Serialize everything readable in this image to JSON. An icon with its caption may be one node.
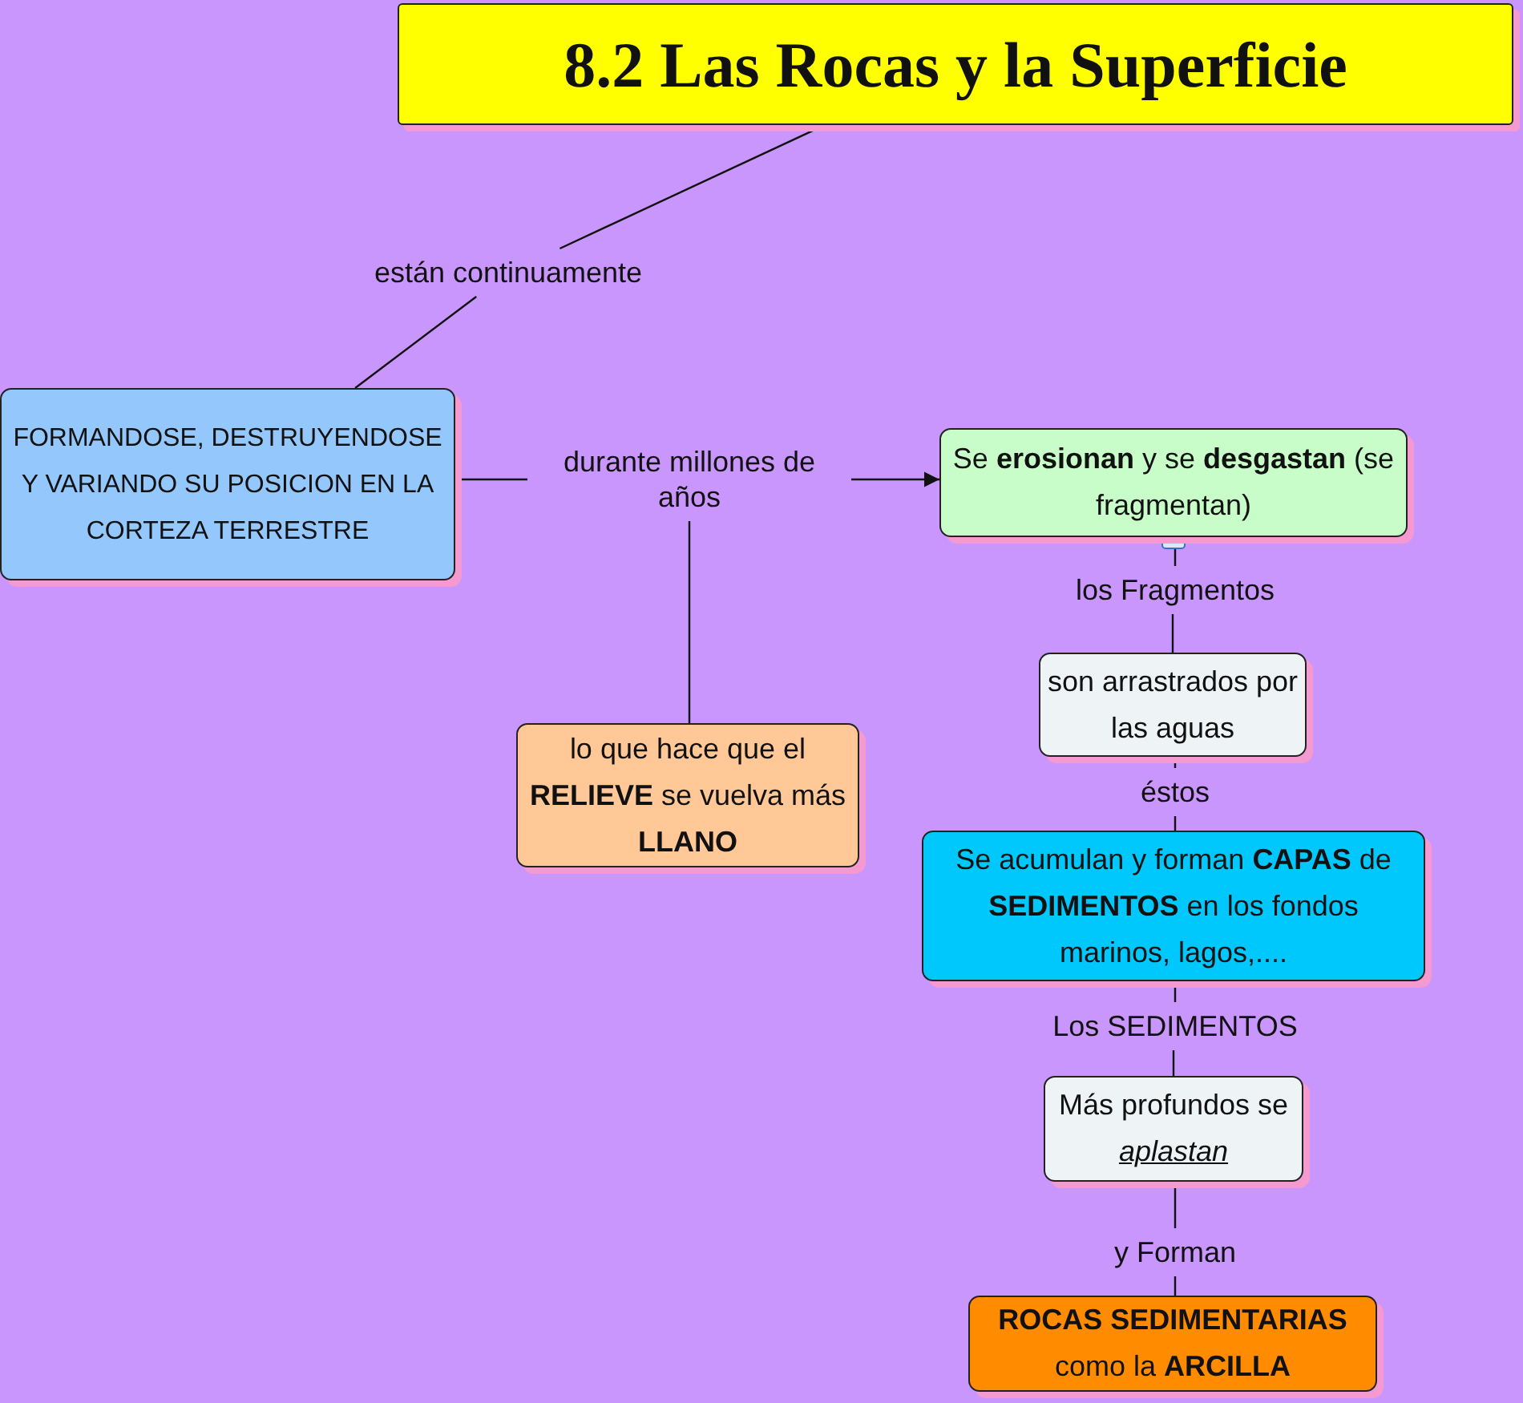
{
  "diagram": {
    "nodes": [
      {
        "text": [
          "8.2 Las Rocas y la Superficie"
        ]
      },
      {
        "text": [
          "están continuamente"
        ]
      },
      {
        "text": [
          "FORMANDOSE, DESTRUYENDOSE Y VARIANDO SU POSICION EN LA CORTEZA TERRESTRE"
        ]
      },
      {
        "text": [
          "durante millones de años"
        ]
      },
      {
        "text": [
          "Se **erosionan** y se **desgastan** (se fragmentan)"
        ]
      },
      {
        "text": [
          "los Fragmentos"
        ]
      },
      {
        "text": [
          "son arrastrados por las aguas"
        ]
      },
      {
        "text": [
          "éstos"
        ]
      },
      {
        "text": [
          "Se acumulan y forman **CAPAS** de **SEDIMENTOS** en los fondos marinos, lagos,...."
        ]
      },
      {
        "text": [
          "Los SEDIMENTOS"
        ]
      },
      {
        "text": [
          "Más profundos se *aplastan*"
        ]
      },
      {
        "text": [
          "y Forman"
        ]
      },
      {
        "text": [
          "**ROCAS SEDIMENTARIAS** como la **ARCILLA**"
        ]
      },
      {
        "text": [
          "lo que hace que el **RELIEVE** se vuelva más **LLANO**"
        ]
      }
    ],
    "edges": [
      {
        "from": 0,
        "to": 1,
        "arrow": "none"
      },
      {
        "from": 1,
        "to": 2,
        "arrow": "none"
      },
      {
        "from": 2,
        "to": 3,
        "arrow": "none"
      },
      {
        "from": 3,
        "to": 4,
        "arrow": "to"
      },
      {
        "from": 3,
        "to": 13,
        "arrow": "none"
      },
      {
        "from": 4,
        "to": 5,
        "arrow": "none"
      },
      {
        "from": 5,
        "to": 6,
        "arrow": "none"
      },
      {
        "from": 6,
        "to": 7,
        "arrow": "none"
      },
      {
        "from": 7,
        "to": 8,
        "arrow": "none"
      },
      {
        "from": 8,
        "to": 9,
        "arrow": "none"
      },
      {
        "from": 9,
        "to": 10,
        "arrow": "none"
      },
      {
        "from": 10,
        "to": 11,
        "arrow": "none"
      },
      {
        "from": 11,
        "to": 12,
        "arrow": "none"
      }
    ]
  }
}
